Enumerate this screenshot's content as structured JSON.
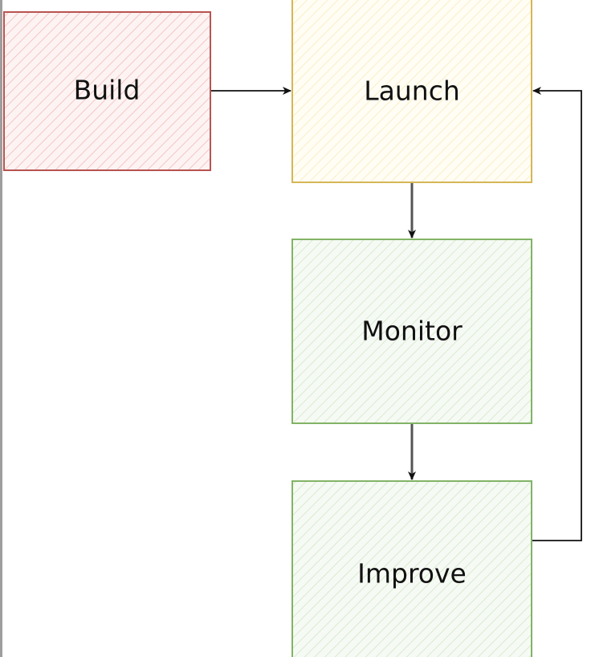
{
  "diagram": {
    "nodes": [
      {
        "id": "build",
        "label": "Build",
        "stroke": "#b85450",
        "fill": "#f8cecc"
      },
      {
        "id": "launch",
        "label": "Launch",
        "stroke": "#d6b656",
        "fill": "#fff2cc"
      },
      {
        "id": "monitor",
        "label": "Monitor",
        "stroke": "#82b366",
        "fill": "#d5e8d4"
      },
      {
        "id": "improve",
        "label": "Improve",
        "stroke": "#82b366",
        "fill": "#d5e8d4"
      }
    ],
    "edges": [
      {
        "from": "build",
        "to": "launch"
      },
      {
        "from": "launch",
        "to": "monitor"
      },
      {
        "from": "monitor",
        "to": "improve"
      },
      {
        "from": "improve",
        "to": "launch"
      }
    ]
  }
}
